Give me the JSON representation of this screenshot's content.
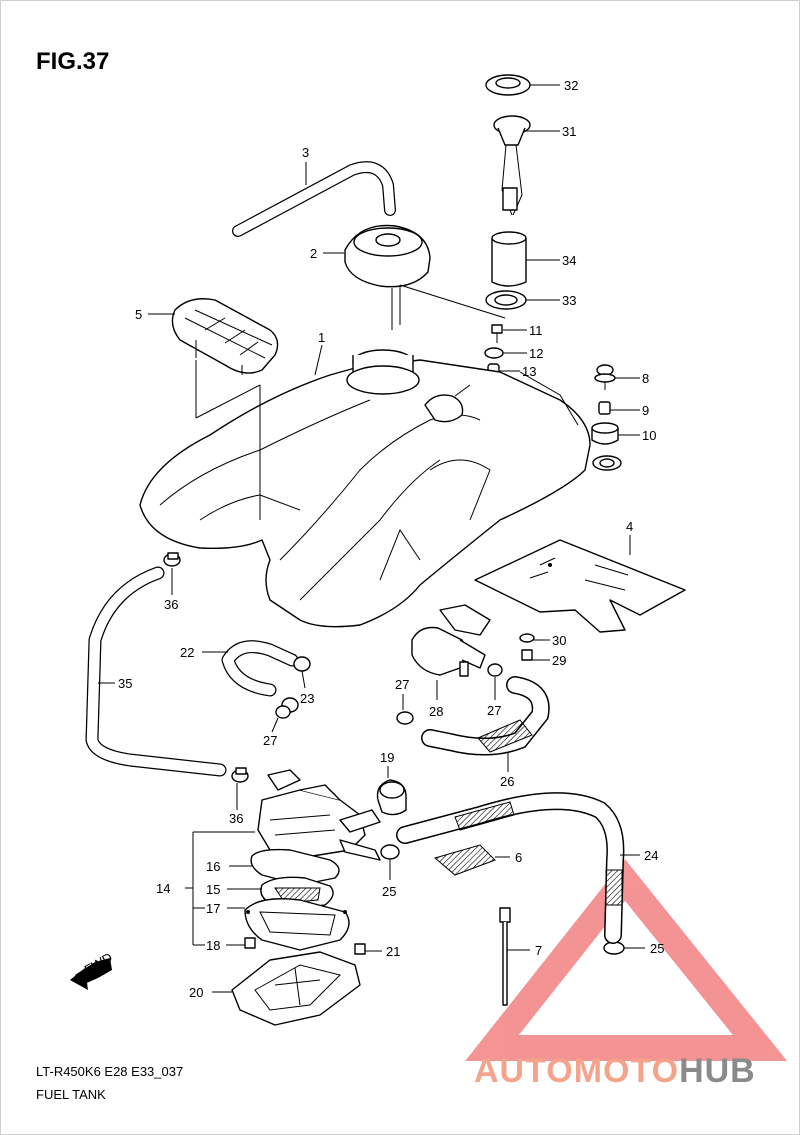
{
  "figure": {
    "title": "FIG.37",
    "code": "LT-R450K6 E28 E33_037",
    "caption": "FUEL TANK"
  },
  "direction": {
    "label": "FWD"
  },
  "watermark": {
    "text_a": "AUTOMOTO",
    "text_b": "HUB",
    "color_a": "#f5a38a",
    "color_b": "#8a8a8a",
    "triangle_color": "#f07070"
  },
  "callouts": {
    "c1": "1",
    "c2": "2",
    "c3": "3",
    "c4": "4",
    "c5": "5",
    "c6": "6",
    "c7": "7",
    "c8": "8",
    "c9": "9",
    "c10": "10",
    "c11": "11",
    "c12": "12",
    "c13": "13",
    "c14": "14",
    "c15": "15",
    "c16": "16",
    "c17": "17",
    "c18": "18",
    "c19": "19",
    "c20": "20",
    "c21": "21",
    "c22": "22",
    "c23": "23",
    "c24": "24",
    "c25a": "25",
    "c25b": "25",
    "c26": "26",
    "c27a": "27",
    "c27b": "27",
    "c27c": "27",
    "c28": "28",
    "c29": "29",
    "c30": "30",
    "c31": "31",
    "c32": "32",
    "c33": "33",
    "c34": "34",
    "c35": "35",
    "c36a": "36",
    "c36b": "36"
  }
}
